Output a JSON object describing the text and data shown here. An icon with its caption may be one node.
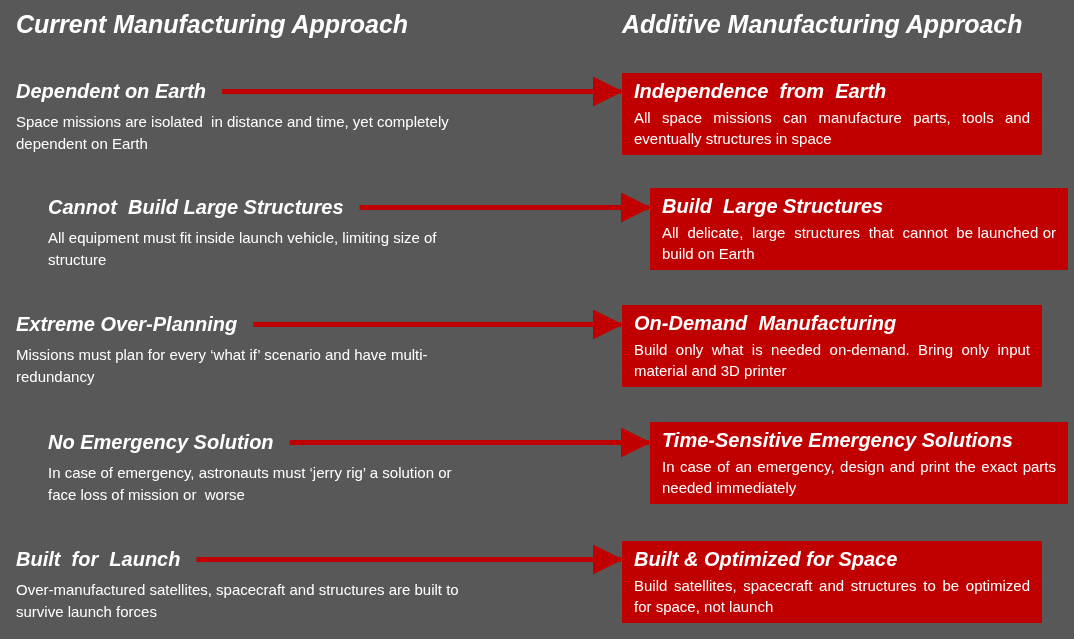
{
  "diagram": {
    "nodes": [
      {
        "text": [
          "Dependent on Earth",
          "Space missions are isolated  in distance and time, yet completely dependent on Earth"
        ]
      },
      {
        "text": [
          "Independence  from  Earth",
          "All space missions can manufacture parts, tools and eventually structures in space"
        ]
      },
      {
        "text": [
          "Cannot  Build Large Structures",
          "All equipment must fit inside launch vehicle, limiting size of structure"
        ]
      },
      {
        "text": [
          "Build  Large Structures",
          "All  delicate,  large  structures  that  cannot  be launched or build on Earth"
        ]
      },
      {
        "text": [
          "Extreme Over-Planning",
          "Missions must plan for every ‘what if’ scenario and have multi-redundancy"
        ]
      },
      {
        "text": [
          "On-Demand  Manufacturing",
          "Build only what is needed on-demand. Bring only input material and 3D printer"
        ]
      },
      {
        "text": [
          "No Emergency Solution",
          "In case of emergency, astronauts must ‘jerry rig’ a solution or face loss of mission or  worse"
        ]
      },
      {
        "text": [
          "Time-Sensitive Emergency Solutions",
          "In case of an emergency, design and print the exact parts needed immediately"
        ]
      },
      {
        "text": [
          "Built  for  Launch",
          "Over-manufactured satellites, spacecraft and structures are built to survive launch forces"
        ]
      },
      {
        "text": [
          "Built & Optimized for Space",
          "Build satellites, spacecraft and structures to be optimized for space, not launch"
        ]
      }
    ],
    "edges": [
      {
        "from": 0,
        "to": 1,
        "arrow": "to"
      },
      {
        "from": 2,
        "to": 3,
        "arrow": "to"
      },
      {
        "from": 4,
        "to": 5,
        "arrow": "to"
      },
      {
        "from": 6,
        "to": 7,
        "arrow": "to"
      },
      {
        "from": 8,
        "to": 9,
        "arrow": "to"
      }
    ],
    "labels": [
      "Current Manufacturing Approach",
      "Additive Manufacturing Approach"
    ]
  }
}
